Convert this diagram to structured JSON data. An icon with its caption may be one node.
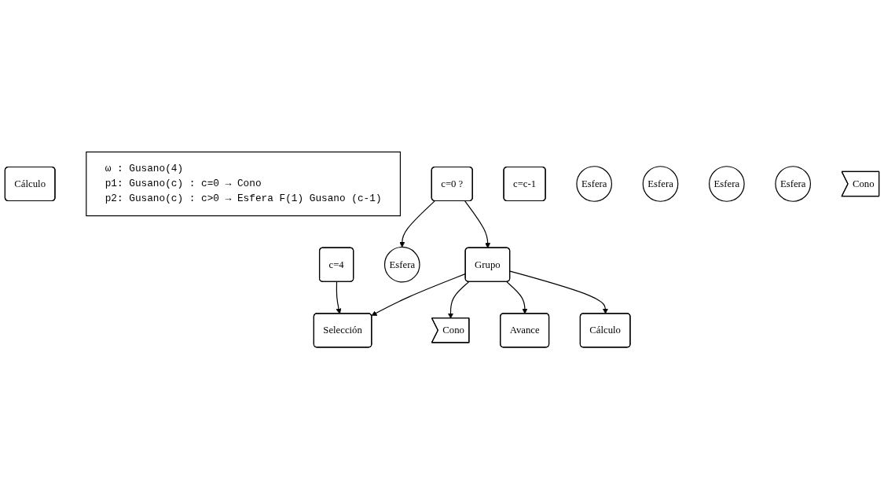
{
  "diagram": {
    "nodes": [
      {
        "text": [
          "Cálculo"
        ]
      },
      {
        "text": [
          "c=4"
        ]
      },
      {
        "text": [
          "ω : Gusano(4)",
          "p1: Gusano(c) : c=0 → Cono",
          "p2: Gusano(c) : c>0 → Esfera F(1) Gusano (c-1)"
        ]
      },
      {
        "text": [
          "Selección"
        ]
      },
      {
        "text": [
          "c=0 ?"
        ]
      },
      {
        "text": [
          "Esfera"
        ]
      },
      {
        "text": [
          "Grupo"
        ]
      },
      {
        "text": [
          "Cono"
        ]
      },
      {
        "text": [
          "Avance"
        ]
      },
      {
        "text": [
          "Cálculo"
        ]
      },
      {
        "text": [
          "c=c-1"
        ]
      },
      {
        "text": [
          "Esfera"
        ]
      },
      {
        "text": [
          "Esfera"
        ]
      },
      {
        "text": [
          "Esfera"
        ]
      },
      {
        "text": [
          "Esfera"
        ]
      },
      {
        "text": [
          "Cono"
        ]
      }
    ],
    "edges": [
      {
        "from": 1,
        "to": 3,
        "arrow": "to"
      },
      {
        "from": 6,
        "to": 3,
        "arrow": "to"
      },
      {
        "from": 4,
        "to": 5,
        "arrow": "to"
      },
      {
        "from": 4,
        "to": 6,
        "arrow": "to"
      },
      {
        "from": 6,
        "to": 7,
        "arrow": "to"
      },
      {
        "from": 6,
        "to": 8,
        "arrow": "to"
      },
      {
        "from": 6,
        "to": 9,
        "arrow": "to"
      }
    ]
  }
}
